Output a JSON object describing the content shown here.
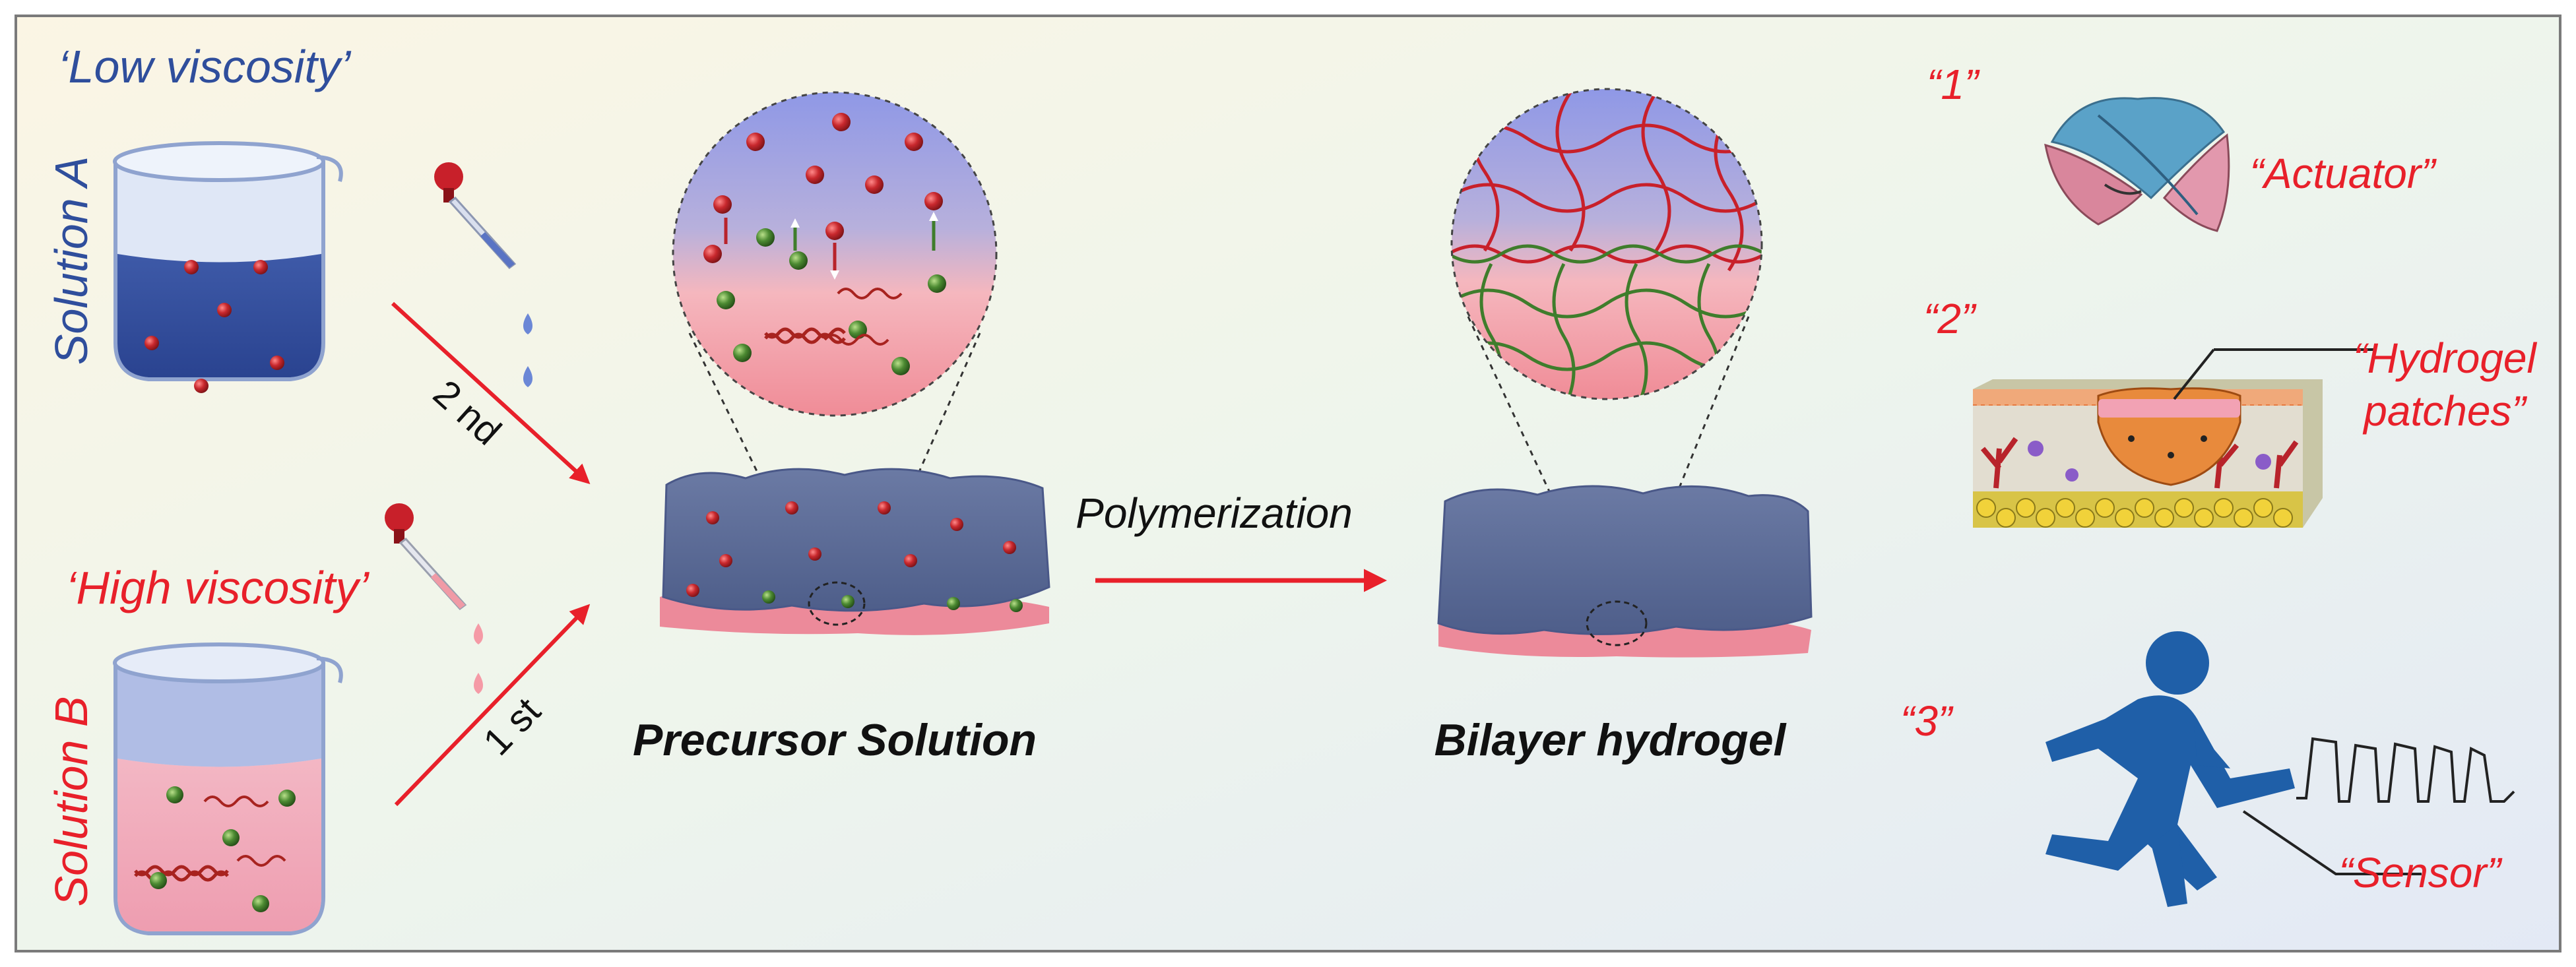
{
  "labels": {
    "solution_a_viscosity": "‘Low viscosity’",
    "solution_b_viscosity": "‘High viscosity’",
    "solution_a": "Solution A",
    "solution_b": "Solution B",
    "order_second": "2 nd",
    "order_first": "1 st",
    "precursor": "Precursor Solution",
    "polymerization": "Polymerization",
    "bilayer": "Bilayer hydrogel"
  },
  "applications": [
    {
      "number": "“1”",
      "name": "“Actuator”"
    },
    {
      "number": "“2”",
      "name_line1": "“Hydrogel",
      "name_line2": "patches”"
    },
    {
      "number": "“3”",
      "name": "“Sensor”"
    }
  ],
  "colors": {
    "accent_red": "#e8202a",
    "solution_blue": "#2f4e9c",
    "hydrogel_top": "#5e6d96",
    "hydrogel_bottom": "#e98f9a",
    "monomer_red": "#b8232b",
    "monomer_green": "#3f7d2c",
    "runner_blue": "#1f5fa8"
  },
  "icons": [
    "dropper-icon",
    "beaker-icon",
    "runner-icon",
    "skin-patch-icon",
    "actuator-icon",
    "signal-trace-icon"
  ]
}
